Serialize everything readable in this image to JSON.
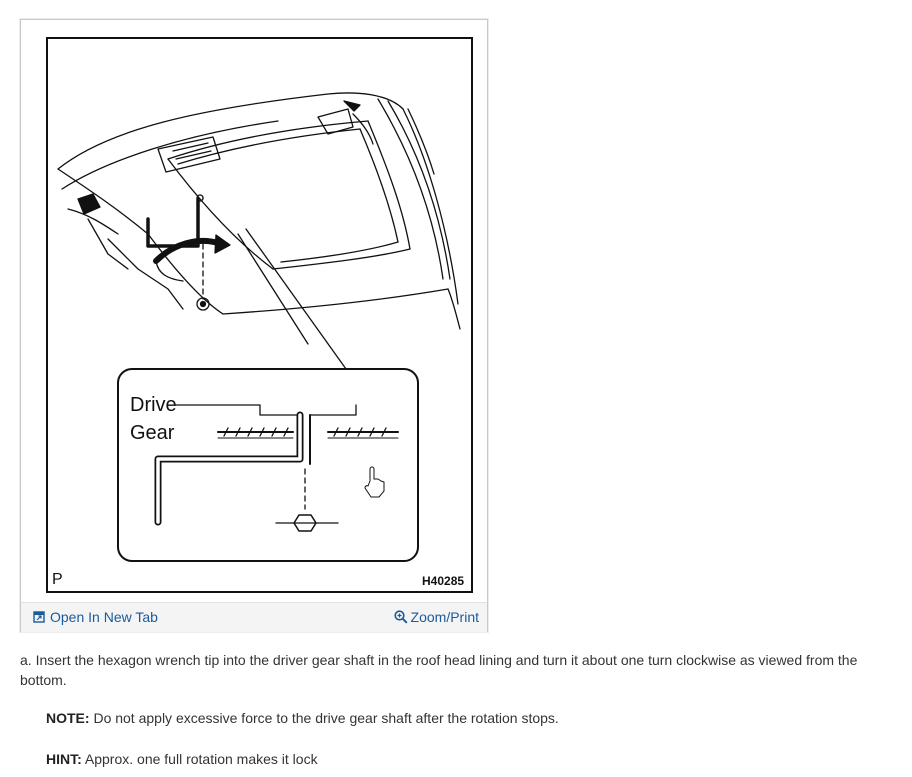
{
  "figure": {
    "callout_label_1": "Drive",
    "callout_label_2": "Gear",
    "corner_letter": "P",
    "figure_code": "H40285"
  },
  "footer": {
    "open_label": "Open In New Tab",
    "zoom_label": "Zoom/Print",
    "open_icon": "open-in-new-tab-icon",
    "zoom_icon": "zoom-magnifier-icon"
  },
  "content": {
    "step": "a. Insert the hexagon wrench tip into the driver gear shaft in the roof head lining and turn it about one turn clockwise as viewed from the bottom.",
    "note_label": "NOTE:",
    "note_text": " Do not apply excessive force to the drive gear shaft after the rotation stops.",
    "hint_label": "HINT:",
    "hint_text": " Approx. one full rotation makes it lock"
  },
  "colors": {
    "link": "#1a5b9c",
    "text": "#333333",
    "footer_bg": "#f4f4f4"
  }
}
